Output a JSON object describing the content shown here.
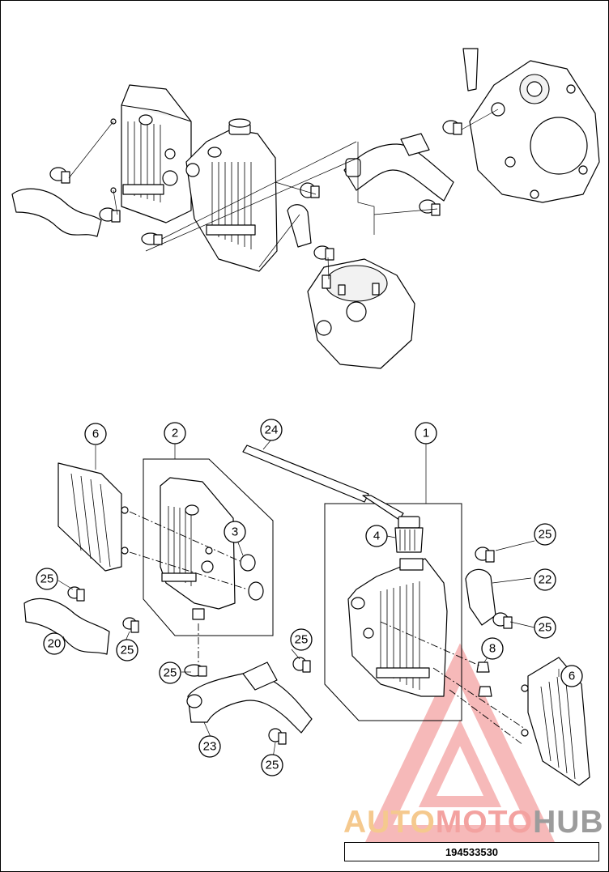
{
  "watermark": {
    "brand_parts": [
      "AUTO",
      "MOTO",
      "HUB"
    ],
    "colors": {
      "auto": "#f5c98e",
      "moto": "#f3a2a0",
      "hub": "#9c9c9c",
      "triangle": "#f08080"
    }
  },
  "diagram_number": "194533530",
  "callouts": {
    "c1": "1",
    "c2": "2",
    "c3": "3",
    "c4": "4",
    "c6a": "6",
    "c6b": "6",
    "c8": "8",
    "c20": "20",
    "c22": "22",
    "c23": "23",
    "c24": "24",
    "c25a": "25",
    "c25b": "25",
    "c25c": "25",
    "c25d": "25",
    "c25e": "25",
    "c25f": "25",
    "c25g": "25"
  }
}
